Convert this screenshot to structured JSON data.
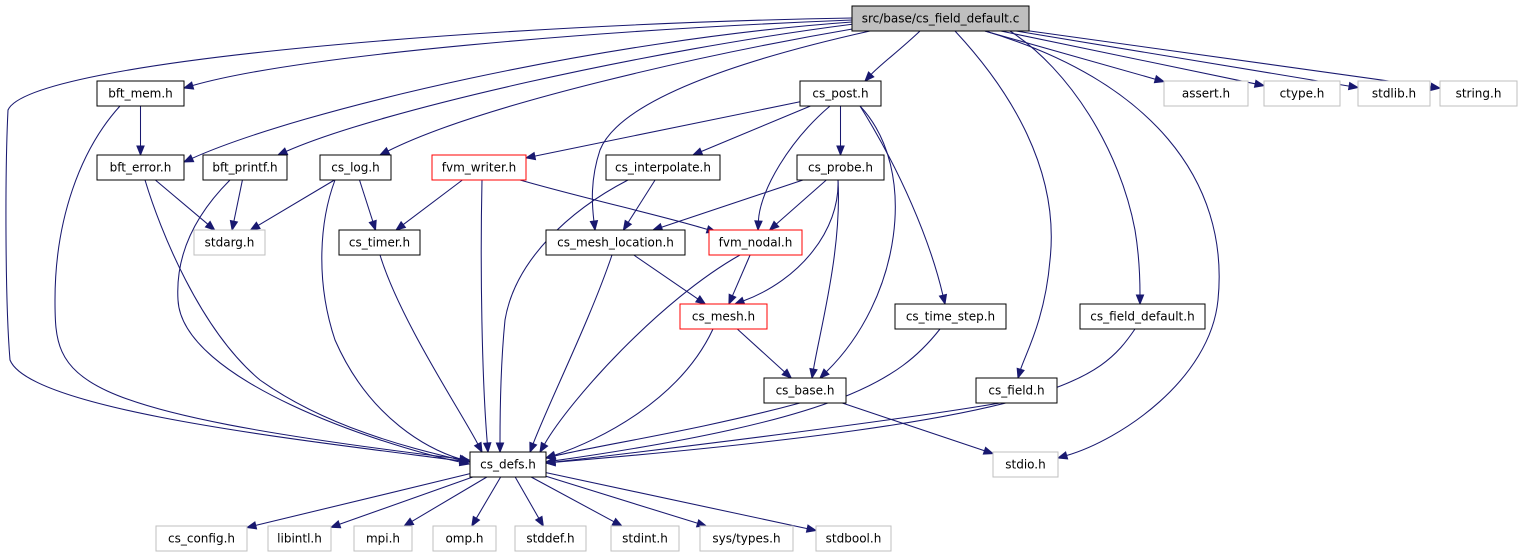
{
  "colors": {
    "edge": "#191970",
    "border_default": "#000000",
    "border_red": "#ff0000",
    "border_gray": "#bfbfbf",
    "fill_root": "#bfbfbf",
    "fill_default": "#ffffff"
  },
  "nodes": [
    {
      "id": "root",
      "label": "src/base/cs_field_default.c",
      "style": "root"
    },
    {
      "id": "bft_mem",
      "label": "bft_mem.h",
      "style": "default"
    },
    {
      "id": "cs_post",
      "label": "cs_post.h",
      "style": "default"
    },
    {
      "id": "assert",
      "label": "assert.h",
      "style": "gray"
    },
    {
      "id": "ctype",
      "label": "ctype.h",
      "style": "gray"
    },
    {
      "id": "stdlib",
      "label": "stdlib.h",
      "style": "gray"
    },
    {
      "id": "string",
      "label": "string.h",
      "style": "gray"
    },
    {
      "id": "bft_error",
      "label": "bft_error.h",
      "style": "default"
    },
    {
      "id": "bft_printf",
      "label": "bft_printf.h",
      "style": "default"
    },
    {
      "id": "cs_log",
      "label": "cs_log.h",
      "style": "default"
    },
    {
      "id": "fvm_writer",
      "label": "fvm_writer.h",
      "style": "red"
    },
    {
      "id": "cs_interpolate",
      "label": "cs_interpolate.h",
      "style": "default"
    },
    {
      "id": "cs_probe",
      "label": "cs_probe.h",
      "style": "default"
    },
    {
      "id": "stdarg",
      "label": "stdarg.h",
      "style": "gray"
    },
    {
      "id": "cs_timer",
      "label": "cs_timer.h",
      "style": "default"
    },
    {
      "id": "cs_mesh_location",
      "label": "cs_mesh_location.h",
      "style": "default"
    },
    {
      "id": "fvm_nodal",
      "label": "fvm_nodal.h",
      "style": "red"
    },
    {
      "id": "cs_mesh",
      "label": "cs_mesh.h",
      "style": "red"
    },
    {
      "id": "cs_time_step",
      "label": "cs_time_step.h",
      "style": "default"
    },
    {
      "id": "cs_field_default_h",
      "label": "cs_field_default.h",
      "style": "default"
    },
    {
      "id": "cs_base",
      "label": "cs_base.h",
      "style": "default"
    },
    {
      "id": "cs_field",
      "label": "cs_field.h",
      "style": "default"
    },
    {
      "id": "cs_defs",
      "label": "cs_defs.h",
      "style": "default"
    },
    {
      "id": "stdio",
      "label": "stdio.h",
      "style": "gray"
    },
    {
      "id": "cs_config",
      "label": "cs_config.h",
      "style": "gray"
    },
    {
      "id": "libintl",
      "label": "libintl.h",
      "style": "gray"
    },
    {
      "id": "mpi",
      "label": "mpi.h",
      "style": "gray"
    },
    {
      "id": "omp",
      "label": "omp.h",
      "style": "gray"
    },
    {
      "id": "stddef",
      "label": "stddef.h",
      "style": "gray"
    },
    {
      "id": "stdint",
      "label": "stdint.h",
      "style": "gray"
    },
    {
      "id": "sys_types",
      "label": "sys/types.h",
      "style": "gray"
    },
    {
      "id": "stdbool",
      "label": "stdbool.h",
      "style": "gray"
    }
  ],
  "edges": [
    [
      "root",
      "bft_mem"
    ],
    [
      "root",
      "cs_post"
    ],
    [
      "root",
      "assert"
    ],
    [
      "root",
      "ctype"
    ],
    [
      "root",
      "stdlib"
    ],
    [
      "root",
      "string"
    ],
    [
      "root",
      "bft_error"
    ],
    [
      "root",
      "bft_printf"
    ],
    [
      "root",
      "cs_log"
    ],
    [
      "root",
      "cs_mesh_location"
    ],
    [
      "root",
      "cs_field_default_h"
    ],
    [
      "root",
      "cs_field"
    ],
    [
      "root",
      "stdio"
    ],
    [
      "root",
      "cs_defs"
    ],
    [
      "bft_mem",
      "bft_error"
    ],
    [
      "bft_mem",
      "cs_defs"
    ],
    [
      "bft_error",
      "stdarg"
    ],
    [
      "bft_error",
      "cs_defs"
    ],
    [
      "bft_printf",
      "stdarg"
    ],
    [
      "bft_printf",
      "cs_defs"
    ],
    [
      "cs_log",
      "stdarg"
    ],
    [
      "cs_log",
      "cs_timer"
    ],
    [
      "cs_log",
      "cs_defs"
    ],
    [
      "cs_post",
      "fvm_writer"
    ],
    [
      "cs_post",
      "cs_interpolate"
    ],
    [
      "cs_post",
      "fvm_nodal"
    ],
    [
      "cs_post",
      "cs_probe"
    ],
    [
      "cs_post",
      "cs_time_step"
    ],
    [
      "cs_post",
      "cs_base"
    ],
    [
      "fvm_writer",
      "cs_timer"
    ],
    [
      "fvm_writer",
      "fvm_nodal"
    ],
    [
      "fvm_writer",
      "cs_defs"
    ],
    [
      "cs_interpolate",
      "cs_mesh_location"
    ],
    [
      "cs_interpolate",
      "cs_defs"
    ],
    [
      "cs_probe",
      "cs_mesh_location"
    ],
    [
      "cs_probe",
      "fvm_nodal"
    ],
    [
      "cs_probe",
      "cs_mesh"
    ],
    [
      "cs_probe",
      "cs_base"
    ],
    [
      "cs_timer",
      "cs_defs"
    ],
    [
      "cs_mesh_location",
      "cs_mesh"
    ],
    [
      "cs_mesh_location",
      "cs_defs"
    ],
    [
      "fvm_nodal",
      "cs_mesh"
    ],
    [
      "fvm_nodal",
      "cs_defs"
    ],
    [
      "cs_mesh",
      "cs_base"
    ],
    [
      "cs_mesh",
      "cs_defs"
    ],
    [
      "cs_time_step",
      "cs_defs"
    ],
    [
      "cs_field_default_h",
      "cs_defs"
    ],
    [
      "cs_base",
      "cs_defs"
    ],
    [
      "cs_base",
      "stdio"
    ],
    [
      "cs_field",
      "cs_defs"
    ],
    [
      "cs_defs",
      "cs_config"
    ],
    [
      "cs_defs",
      "libintl"
    ],
    [
      "cs_defs",
      "mpi"
    ],
    [
      "cs_defs",
      "omp"
    ],
    [
      "cs_defs",
      "stddef"
    ],
    [
      "cs_defs",
      "stdint"
    ],
    [
      "cs_defs",
      "sys_types"
    ],
    [
      "cs_defs",
      "stdbool"
    ]
  ]
}
